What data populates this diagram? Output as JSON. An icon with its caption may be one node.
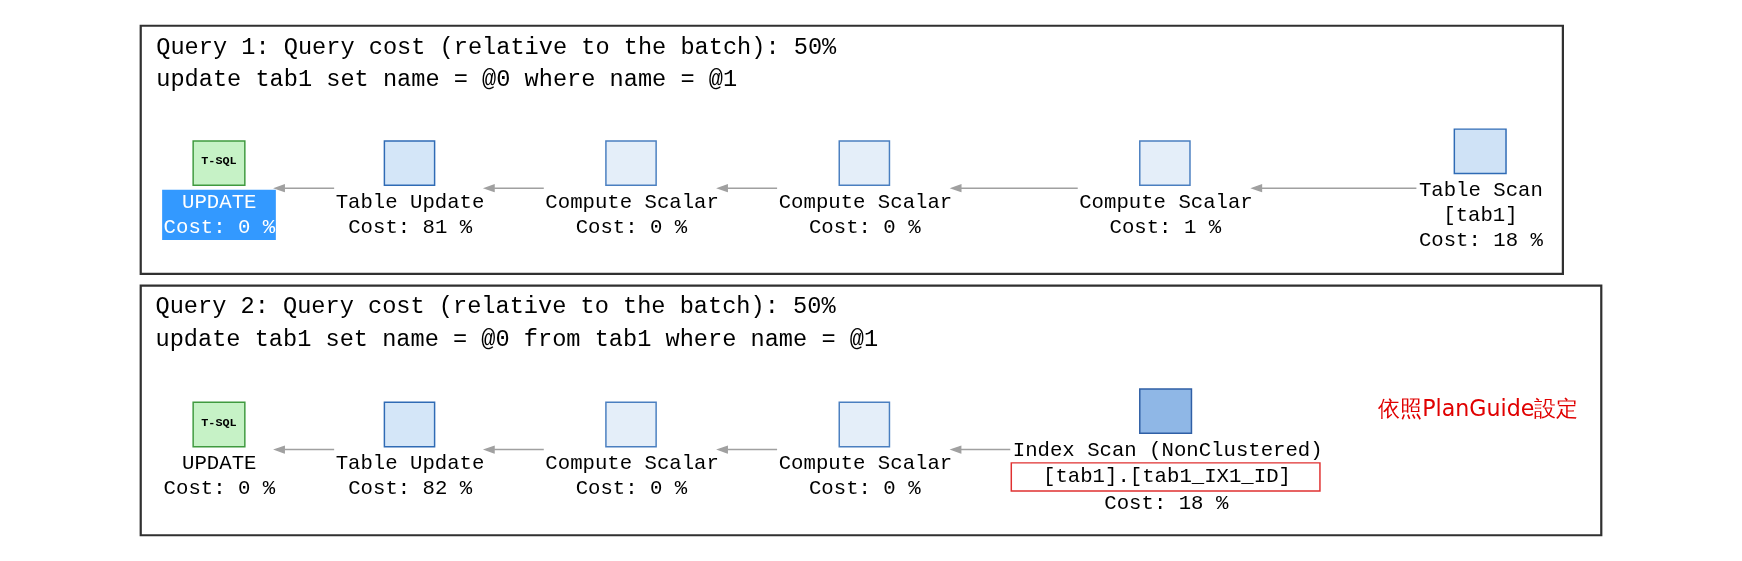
{
  "diagram": {
    "nodes": [
      {
        "text": [
          "Query 1: Query cost (relative to the batch): 50%",
          "update tab1 set name = @0 where name = @1"
        ]
      },
      {
        "text": [
          "T-SQL",
          "UPDATE",
          "Cost: 0 %"
        ],
        "in": 0
      },
      {
        "text": [
          "Table Update",
          "Cost: 81 %"
        ],
        "in": 0
      },
      {
        "text": [
          "Compute Scalar",
          "Cost: 0 %"
        ],
        "in": 0
      },
      {
        "text": [
          "Compute Scalar",
          "Cost: 0 %"
        ],
        "in": 0
      },
      {
        "text": [
          "Compute Scalar",
          "Cost: 1 %"
        ],
        "in": 0
      },
      {
        "text": [
          "Table Scan",
          "[tab1]",
          "Cost: 18 %"
        ],
        "in": 0
      },
      {
        "text": [
          "Query 2: Query cost (relative to the batch): 50%",
          "update tab1 set name = @0 from tab1 where name = @1"
        ]
      },
      {
        "text": [
          "T-SQL",
          "UPDATE",
          "Cost: 0 %"
        ],
        "in": 7
      },
      {
        "text": [
          "Table Update",
          "Cost: 82 %"
        ],
        "in": 7
      },
      {
        "text": [
          "Compute Scalar",
          "Cost: 0 %"
        ],
        "in": 7
      },
      {
        "text": [
          "Compute Scalar",
          "Cost: 0 %"
        ],
        "in": 7
      },
      {
        "text": [
          "Index Scan (NonClustered)",
          "[tab1].[tab1_IX1_ID]",
          "Cost: 18 %"
        ],
        "beside": [
          "依照PlanGuide設定"
        ],
        "in": 7
      }
    ],
    "edges": [
      {
        "from": 6,
        "to": 5,
        "arrow": "to"
      },
      {
        "from": 5,
        "to": 4,
        "arrow": "to"
      },
      {
        "from": 4,
        "to": 3,
        "arrow": "to"
      },
      {
        "from": 3,
        "to": 2,
        "arrow": "to"
      },
      {
        "from": 2,
        "to": 1,
        "arrow": "to"
      },
      {
        "from": 12,
        "to": 11,
        "arrow": "to"
      },
      {
        "from": 11,
        "to": 10,
        "arrow": "to"
      },
      {
        "from": 10,
        "to": 9,
        "arrow": "to"
      },
      {
        "from": 9,
        "to": 8,
        "arrow": "to"
      }
    ]
  }
}
